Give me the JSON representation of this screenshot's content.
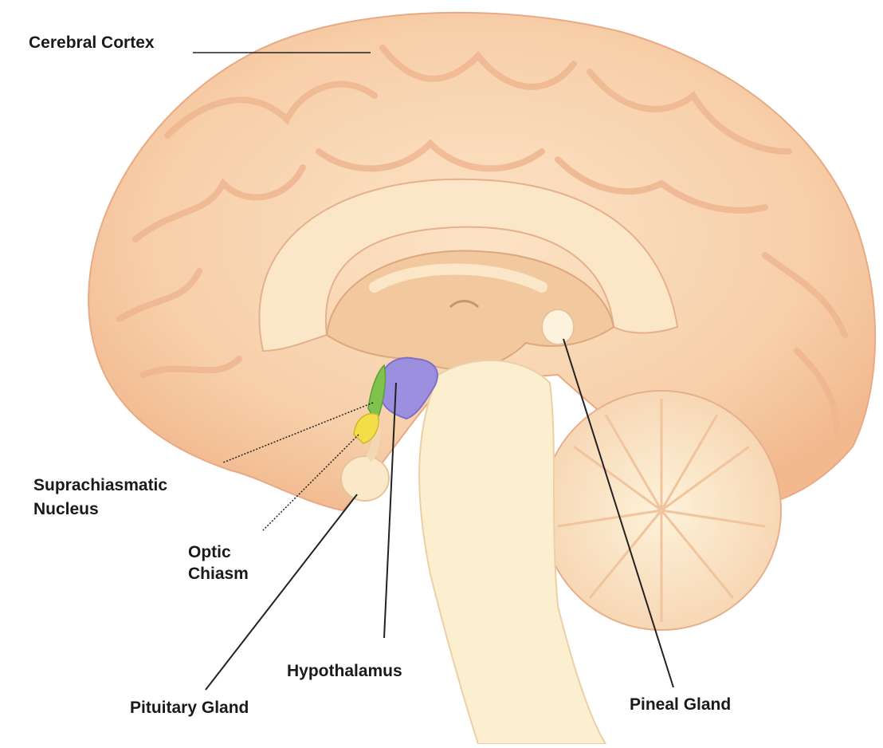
{
  "diagram": {
    "labels": {
      "cerebral_cortex": "Cerebral Cortex",
      "suprachiasmatic_line1": "Suprachiasmatic",
      "suprachiasmatic_line2": "Nucleus",
      "optic_line1": "Optic",
      "optic_line2": "Chiasm",
      "hypothalamus": "Hypothalamus",
      "pituitary": "Pituitary Gland",
      "pineal": "Pineal Gland"
    },
    "colors": {
      "cortex": "#f6c9a3",
      "cortex_highlight": "#fce6cd",
      "inner": "#fdf0d8",
      "brainstem": "#fbefcf",
      "suprachiasmatic": "#7fc24e",
      "optic_chiasm": "#f3de4a",
      "hypothalamus": "#9c8fe0",
      "leader_line": "#222222"
    }
  }
}
